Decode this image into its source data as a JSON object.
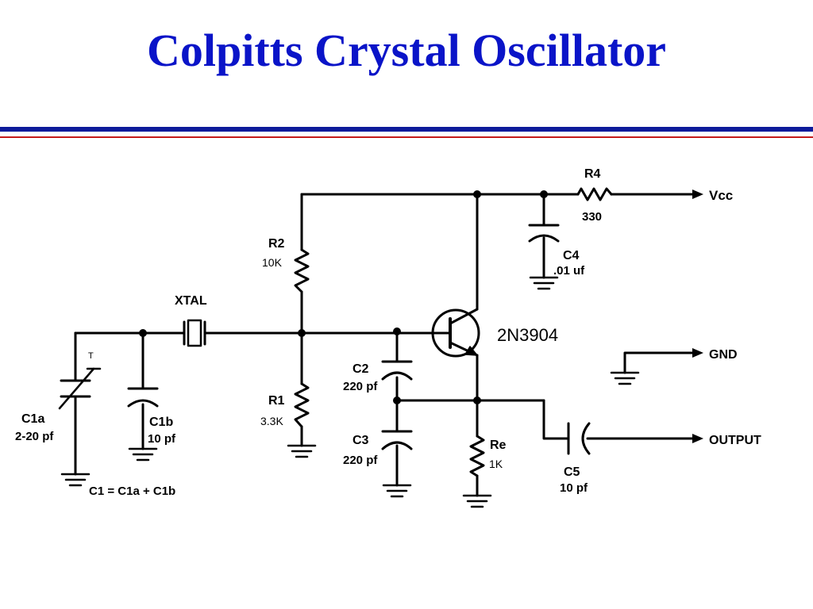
{
  "slide": {
    "title": "Colpitts Crystal Oscillator",
    "accent_blue": "#0c1a9a",
    "accent_red": "#c41a1a",
    "title_color": "#0a14c8"
  },
  "schematic": {
    "r4_name": "R4",
    "r4_value": "330",
    "vcc": "Vcc",
    "c4_name": "C4",
    "c4_value": ".01 uf",
    "r2_name": "R2",
    "r2_value": "10K",
    "xtal": "XTAL",
    "transistor": "2N3904",
    "gnd": "GND",
    "c2_name": "C2",
    "c2_value": "220 pf",
    "r1_name": "R1",
    "r1_value": "3.3K",
    "c3_name": "C3",
    "c3_value": "220 pf",
    "re_name": "Re",
    "re_value": "1K",
    "c5_name": "C5",
    "c5_value": "10 pf",
    "output": "OUTPUT",
    "c1a_name": "C1a",
    "c1a_value": "2-20 pf",
    "c1a_trim": "T",
    "c1b_name": "C1b",
    "c1b_value": "10 pf",
    "c1_formula": "C1 = C1a + C1b"
  }
}
